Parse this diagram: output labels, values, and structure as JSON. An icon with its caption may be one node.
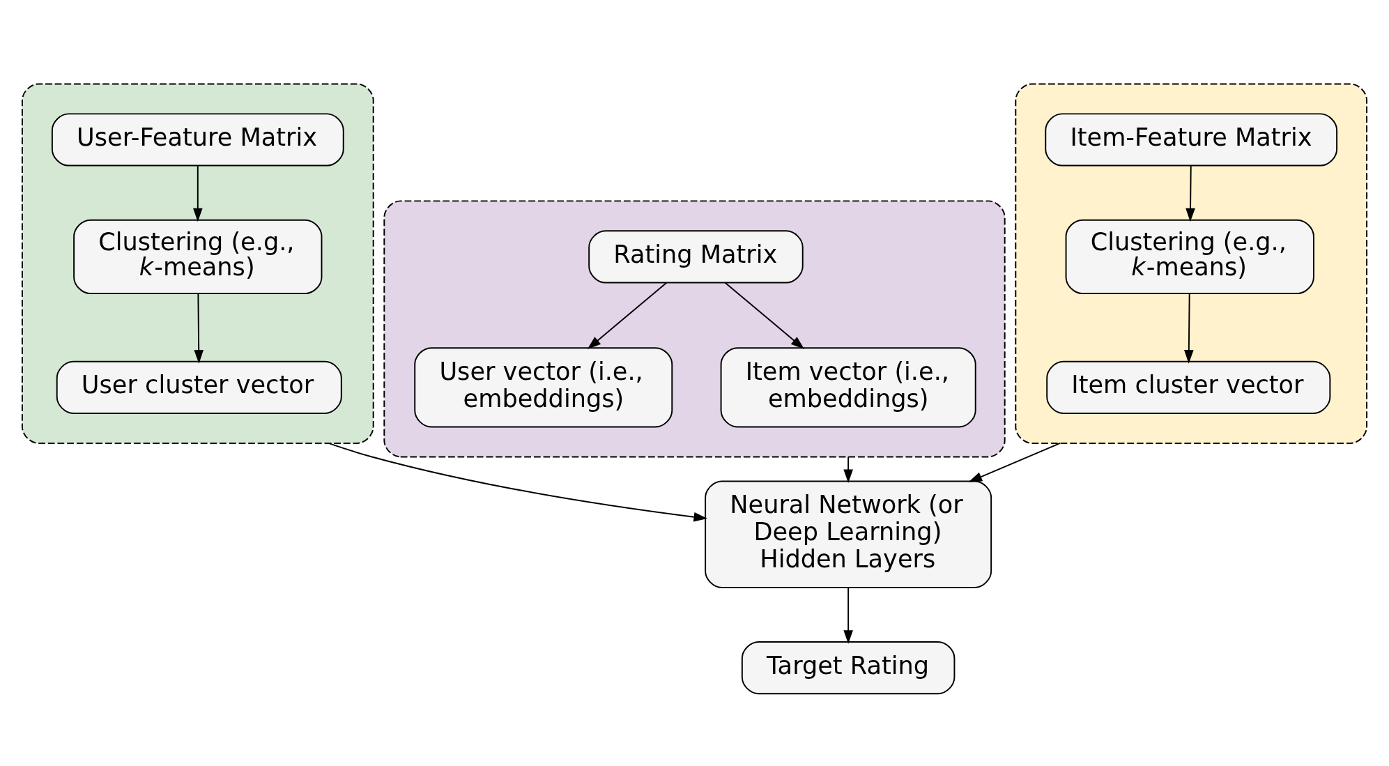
{
  "diagram": {
    "nodes": [
      {
        "text": [],
        "shape": "box"
      },
      {
        "text": [
          "User-Feature Matrix"
        ],
        "in": 0
      },
      {
        "text": [
          "Clustering (e.g., *k*-means)"
        ],
        "in": 0
      },
      {
        "text": [
          "User cluster vector"
        ],
        "in": 0
      },
      {
        "text": [],
        "shape": "box"
      },
      {
        "text": [
          "Rating Matrix"
        ],
        "in": 4
      },
      {
        "text": [
          "User vector (i.e., embeddings)"
        ],
        "in": 4
      },
      {
        "text": [
          "Item vector (i.e., embeddings)"
        ],
        "in": 4
      },
      {
        "text": [],
        "shape": "box"
      },
      {
        "text": [
          "Item-Feature Matrix"
        ],
        "in": 8
      },
      {
        "text": [
          "Clustering (e.g., *k*-means)"
        ],
        "in": 8
      },
      {
        "text": [
          "Item cluster vector"
        ],
        "in": 8
      },
      {
        "text": [
          "Neural Network (or Deep Learning) Hidden Layers"
        ]
      },
      {
        "text": [
          "Target Rating"
        ]
      }
    ],
    "edges": [
      {
        "from": 1,
        "to": 2,
        "arrow": "to"
      },
      {
        "from": 2,
        "to": 3,
        "arrow": "to"
      },
      {
        "from": 5,
        "to": 6,
        "arrow": "to"
      },
      {
        "from": 5,
        "to": 7,
        "arrow": "to"
      },
      {
        "from": 9,
        "to": 10,
        "arrow": "to"
      },
      {
        "from": 10,
        "to": 11,
        "arrow": "to"
      },
      {
        "from": 0,
        "to": 12,
        "arrow": "to"
      },
      {
        "from": 4,
        "to": 12,
        "arrow": "to"
      },
      {
        "from": 8,
        "to": 12,
        "arrow": "to"
      },
      {
        "from": 12,
        "to": 13,
        "arrow": "to"
      }
    ]
  }
}
